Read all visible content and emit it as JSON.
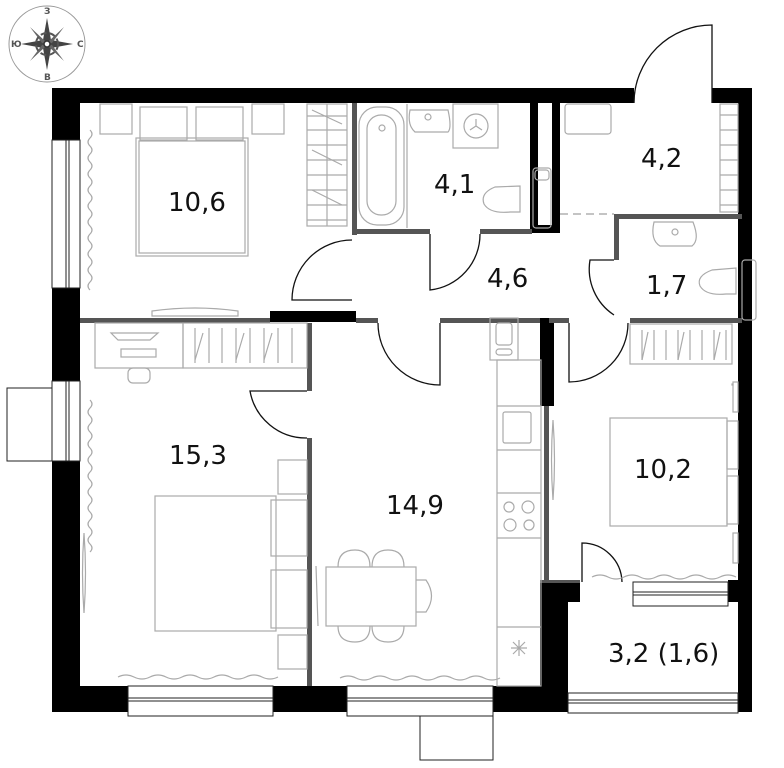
{
  "compass": {
    "north": "З",
    "south": "В",
    "west": "Ю",
    "east": "С"
  },
  "rooms": [
    {
      "id": "bedroom-small",
      "area": "10,6"
    },
    {
      "id": "bathroom",
      "area": "4,1"
    },
    {
      "id": "entrance-hall",
      "area": "4,2"
    },
    {
      "id": "corridor",
      "area": "4,6"
    },
    {
      "id": "toilet",
      "area": "1,7"
    },
    {
      "id": "bedroom-large",
      "area": "15,3"
    },
    {
      "id": "kitchen-living",
      "area": "14,9"
    },
    {
      "id": "bedroom-right",
      "area": "10,2"
    },
    {
      "id": "balcony",
      "area": "3,2 (1,6)"
    }
  ],
  "colors": {
    "wall": "#000000",
    "partition": "#555555",
    "furniture": "#aaaaaa",
    "background": "#ffffff"
  }
}
